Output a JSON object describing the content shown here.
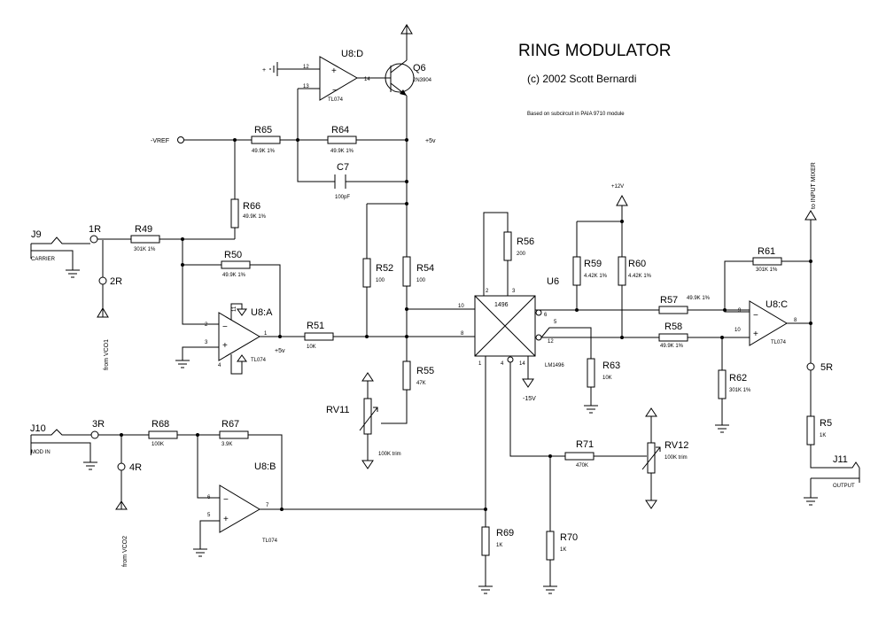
{
  "title": "RING MODULATOR",
  "copyright": "(c) 2002 Scott Bernardi",
  "note": "Based on subcircuit in PAIA 9710 module",
  "opamps": {
    "u8d": {
      "name": "U8:D",
      "part": "TL074",
      "pin_plus": "12",
      "pin_minus": "13",
      "pin_out": "14"
    },
    "u8a": {
      "name": "U8:A",
      "part": "TL074",
      "pin_minus": "2",
      "pin_plus": "3",
      "pin_out": "1",
      "pin_v1": "11",
      "pin_v2": "4"
    },
    "u8b": {
      "name": "U8:B",
      "part": "TL074",
      "pin_minus": "6",
      "pin_plus": "5",
      "pin_out": "7"
    },
    "u8c": {
      "name": "U8:C",
      "part": "TL074",
      "pin_minus": "9",
      "pin_plus": "10",
      "pin_out": "8"
    }
  },
  "transistor": {
    "name": "Q6",
    "part": "2N3904"
  },
  "ic": {
    "name": "U6",
    "label": "1496",
    "part": "LM1496",
    "pins": {
      "p2": "2",
      "p3": "3",
      "p10": "10",
      "p8": "8",
      "p1": "1",
      "p4": "4",
      "p14": "14",
      "p6": "6",
      "p5": "5",
      "p12": "12"
    }
  },
  "resistors": {
    "r65": {
      "name": "R65",
      "value": "49.9K 1%"
    },
    "r64": {
      "name": "R64",
      "value": "49.9K 1%"
    },
    "r66": {
      "name": "R66",
      "value": "49.9K 1%"
    },
    "r49": {
      "name": "R49",
      "value": "301K 1%"
    },
    "r50": {
      "name": "R50",
      "value": "49.9K 1%"
    },
    "r51": {
      "name": "R51",
      "value": "10K"
    },
    "r52": {
      "name": "R52",
      "value": "100"
    },
    "r54": {
      "name": "R54",
      "value": "100"
    },
    "r55": {
      "name": "R55",
      "value": "47K"
    },
    "r56": {
      "name": "R56",
      "value": "200"
    },
    "r59": {
      "name": "R59",
      "value": "4.42K 1%"
    },
    "r60": {
      "name": "R60",
      "value": "4.42K 1%"
    },
    "r57": {
      "name": "R57",
      "value": "49.9K 1%"
    },
    "r58": {
      "name": "R58",
      "value": "49.9K 1%"
    },
    "r61": {
      "name": "R61",
      "value": "301K 1%"
    },
    "r62": {
      "name": "R62",
      "value": "301K 1%"
    },
    "r63": {
      "name": "R63",
      "value": "10K"
    },
    "r5": {
      "name": "R5",
      "value": "1K"
    },
    "r68": {
      "name": "R68",
      "value": "100K"
    },
    "r67": {
      "name": "R67",
      "value": "3.9K"
    },
    "r69": {
      "name": "R69",
      "value": "1K"
    },
    "r70": {
      "name": "R70",
      "value": "1K"
    },
    "r71": {
      "name": "R71",
      "value": "470K"
    }
  },
  "capacitor": {
    "name": "C7",
    "value": "100pF"
  },
  "pots": {
    "rv11": {
      "name": "RV11",
      "value": "100K trim"
    },
    "rv12": {
      "name": "RV12",
      "value": "100K trim"
    }
  },
  "jacks": {
    "j9": {
      "name": "J9",
      "label": "CARRIER"
    },
    "j10": {
      "name": "J10",
      "label": "MOD IN"
    },
    "j11": {
      "name": "J11",
      "label": "OUTPUT"
    }
  },
  "pins": {
    "p1r": "1R",
    "p2r": "2R",
    "p3r": "3R",
    "p4r": "4R",
    "p5r": "5R"
  },
  "nets": {
    "vref": "-VREF",
    "plus5_a": "+5v",
    "plus5_b": "+5v",
    "plus12": "+12V",
    "minus15": "-15V",
    "from_vco1": "from VCO1",
    "from_vco2": "from VCO2",
    "to_input_mixer": "to INPUT MIXER"
  }
}
